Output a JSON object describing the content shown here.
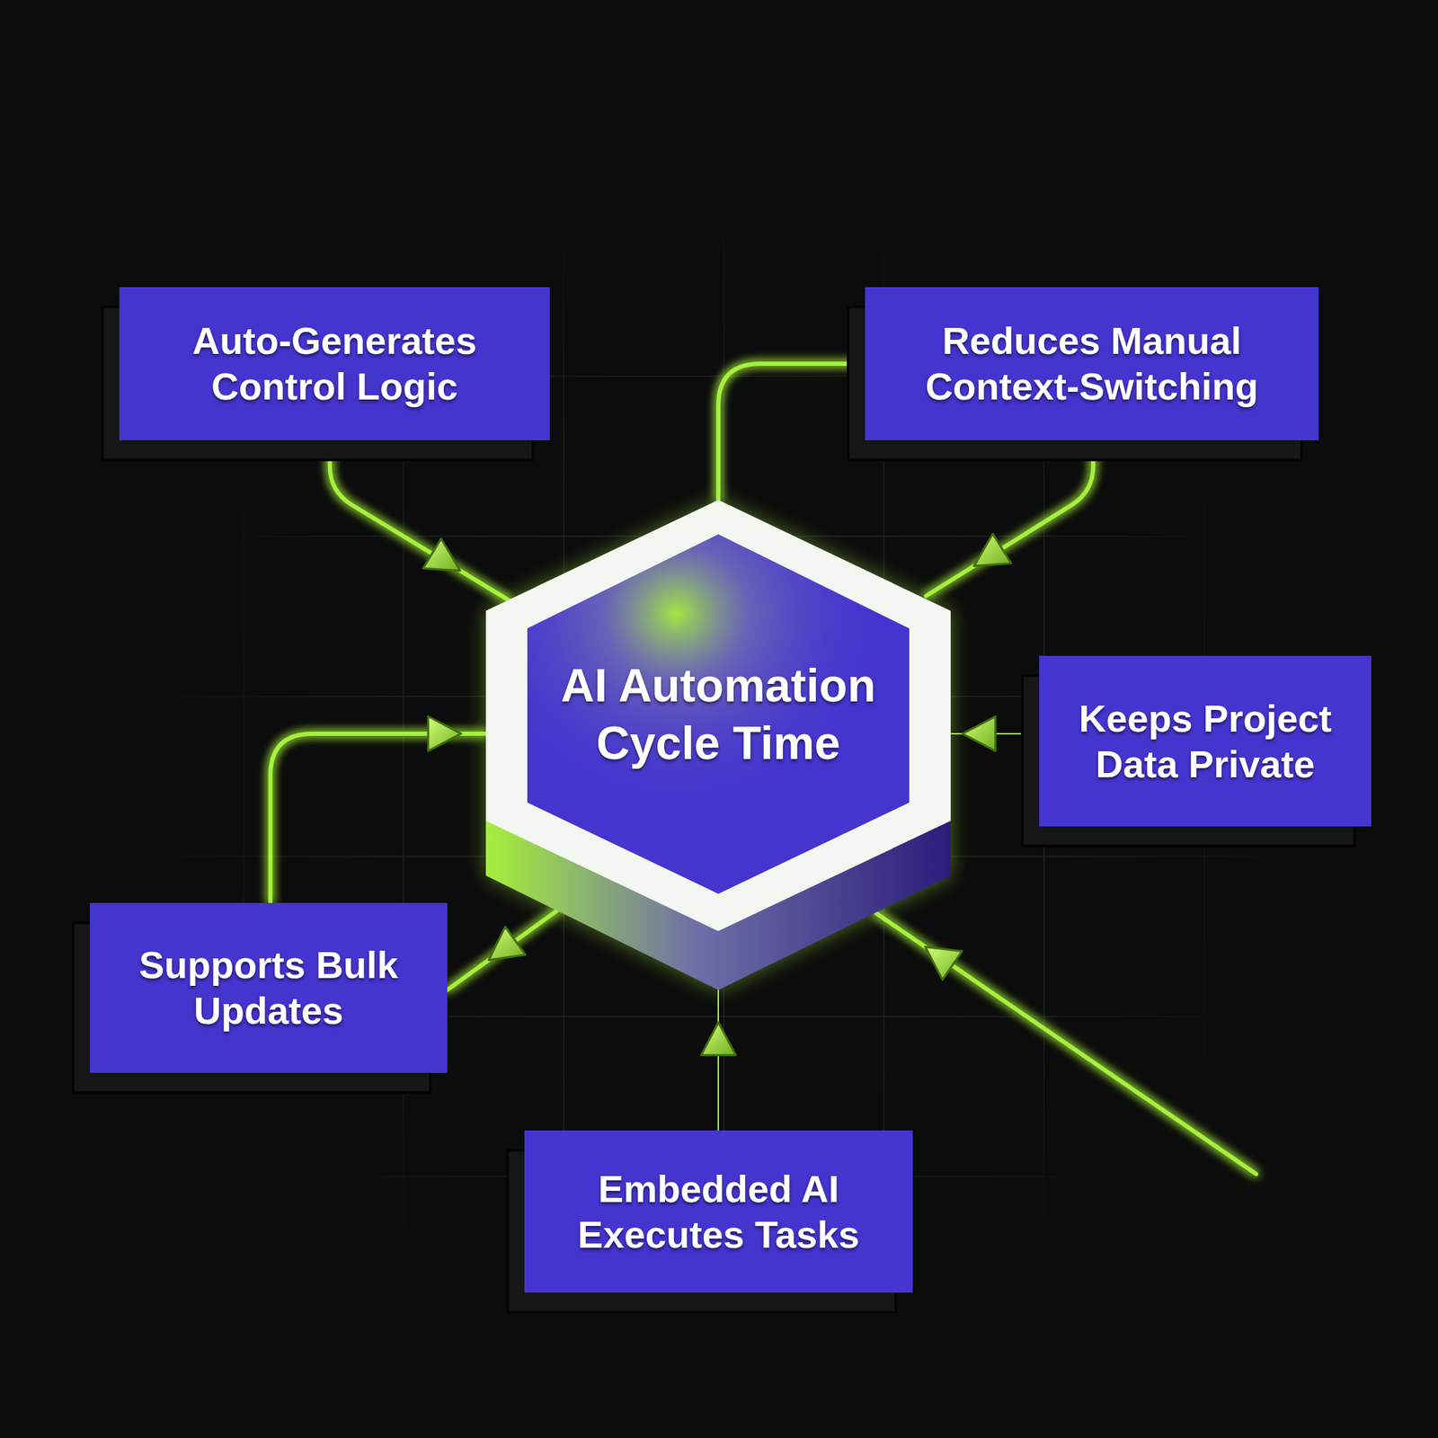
{
  "diagram": {
    "nodes": [
      {
        "text": [
          "Auto-Generates Control Logic"
        ]
      },
      {
        "text": [
          "Reduces Manual Context-Switching"
        ]
      },
      {
        "text": [
          "AI Automation Cycle Time"
        ]
      },
      {
        "text": [
          "Keeps Project Data Private"
        ]
      },
      {
        "text": [
          "Supports Bulk Updates"
        ]
      },
      {
        "text": [
          "Embedded AI Executes Tasks"
        ]
      }
    ],
    "edges": [
      {
        "from": 0,
        "to": 2,
        "arrow": "to"
      },
      {
        "from": 1,
        "to": 2,
        "arrow": "to"
      },
      {
        "from": 1,
        "to": 2,
        "arrow": "none"
      },
      {
        "from": 3,
        "to": 2,
        "arrow": "to"
      },
      {
        "from": 4,
        "to": 2,
        "arrow": "to"
      },
      {
        "from": 2,
        "to": 4,
        "arrow": "to"
      },
      {
        "from": 5,
        "to": 2,
        "arrow": "to"
      }
    ]
  }
}
